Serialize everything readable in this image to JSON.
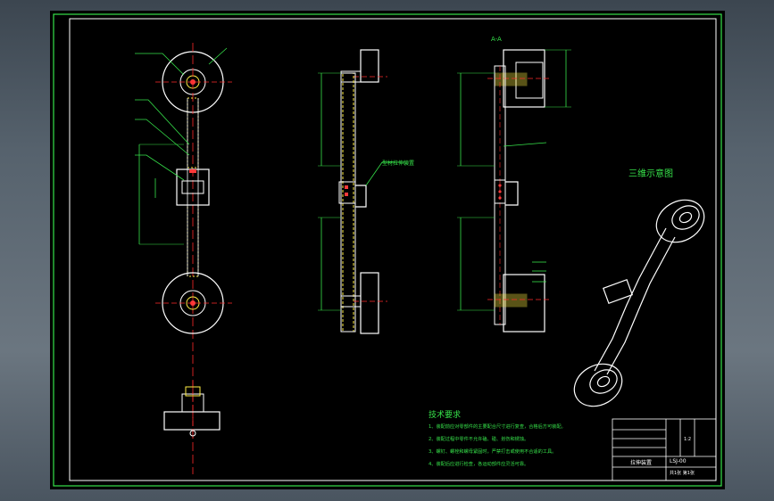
{
  "drawing": {
    "title_3d": "三维示意图",
    "top_label": "A-A",
    "tech_title": "技术要求",
    "tech_notes": [
      "1、装配前应对零部件的主要配合尺寸进行复查，合格后方可装配。",
      "2、装配过程中零件不允许磕、碰、划伤和锈蚀。",
      "3、螺钉、螺栓和螺母紧固时，严禁打击或使用不合适的工具。",
      "4、装配后应进行检查，各运动部件应灵活可靠。"
    ],
    "callout_label": "型材拉伸装置"
  },
  "title_block": {
    "name": "拉伸装置",
    "drawing_no": "LSJ-00",
    "scale": "1:2",
    "sheet": "共1张 第1张"
  },
  "colors": {
    "frame": "#36e24a",
    "part": "#ffffff",
    "centerline": "#ff2a2a",
    "dimension": "#36e24a",
    "hatch": "#ffee44",
    "leader": "#36e24a"
  }
}
